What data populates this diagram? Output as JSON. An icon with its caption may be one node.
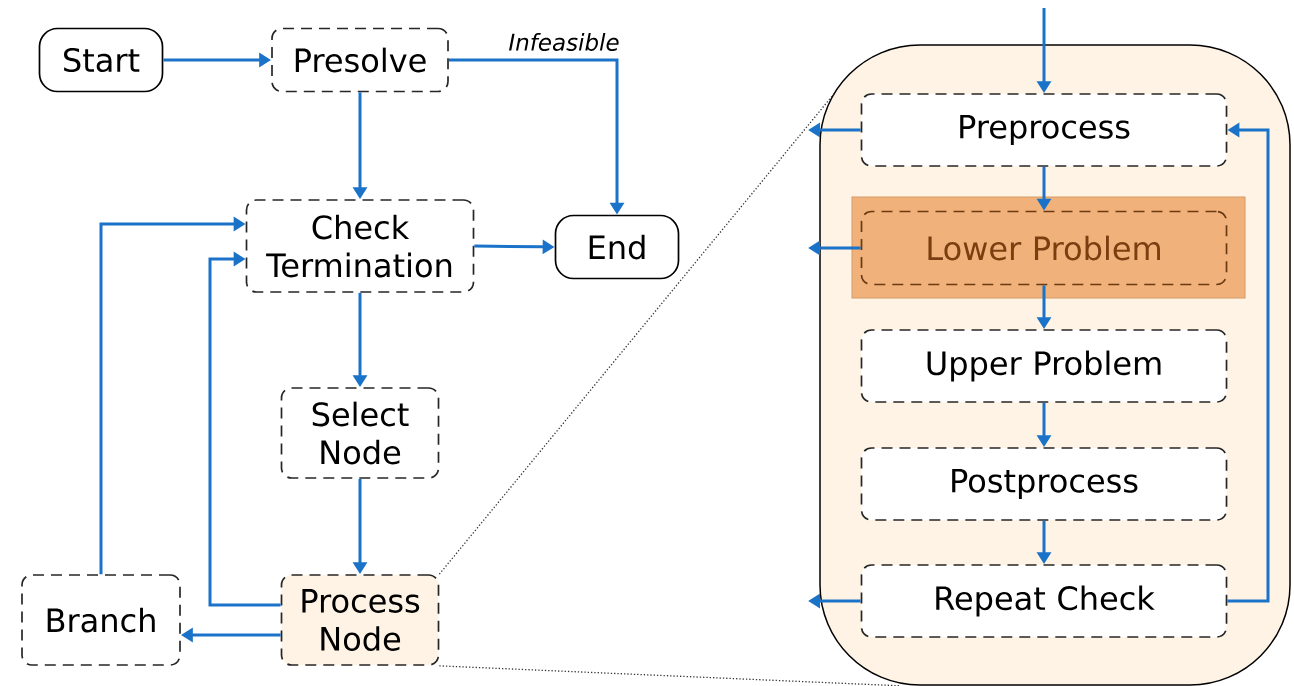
{
  "diagram": {
    "nodes": [
      {
        "text": [
          "Start"
        ]
      },
      {
        "text": [
          "Presolve"
        ]
      },
      {
        "text": [
          "Check Termination"
        ]
      },
      {
        "text": [
          "End"
        ]
      },
      {
        "text": [
          "Select Node"
        ]
      },
      {
        "text": [
          "Branch"
        ]
      },
      {
        "text": [
          "Process Node"
        ]
      },
      {
        "text": [],
        "shape": "box"
      },
      {
        "text": [
          "Preprocess"
        ],
        "in": 7
      },
      {
        "text": [
          "Lower Problem"
        ],
        "in": 7
      },
      {
        "text": [
          "Upper Problem"
        ],
        "in": 7
      },
      {
        "text": [
          "Postprocess"
        ],
        "in": 7
      },
      {
        "text": [
          "Repeat Check"
        ],
        "in": 7
      }
    ],
    "edges": [
      {
        "from": 0,
        "to": 1,
        "arrow": "to"
      },
      {
        "from": 1,
        "to": 2,
        "arrow": "to"
      },
      {
        "from": 1,
        "to": 3,
        "arrow": "to",
        "label": "Infeasible"
      },
      {
        "from": 2,
        "to": 3,
        "arrow": "to"
      },
      {
        "from": 2,
        "to": 4,
        "arrow": "to"
      },
      {
        "from": 4,
        "to": 6,
        "arrow": "to"
      },
      {
        "from": 6,
        "to": 2,
        "arrow": "to"
      },
      {
        "from": 6,
        "to": 5,
        "arrow": "to"
      },
      {
        "from": 5,
        "to": 2,
        "arrow": "to"
      },
      {
        "from": null,
        "to": 8,
        "arrow": "to"
      },
      {
        "from": 8,
        "to": null,
        "arrow": "to"
      },
      {
        "from": 9,
        "to": null,
        "arrow": "to"
      },
      {
        "from": 12,
        "to": null,
        "arrow": "to"
      },
      {
        "from": 8,
        "to": 9,
        "arrow": "to"
      },
      {
        "from": 9,
        "to": 10,
        "arrow": "to"
      },
      {
        "from": 10,
        "to": 11,
        "arrow": "to"
      },
      {
        "from": 11,
        "to": 12,
        "arrow": "to"
      },
      {
        "from": 12,
        "to": 8,
        "arrow": "to"
      },
      {
        "from": 6,
        "to": 7,
        "arrow": "none",
        "style": "dashed",
        "color": "#333333"
      },
      {
        "from": 6,
        "to": 7,
        "arrow": "none",
        "style": "dashed",
        "color": "#333333"
      }
    ]
  }
}
